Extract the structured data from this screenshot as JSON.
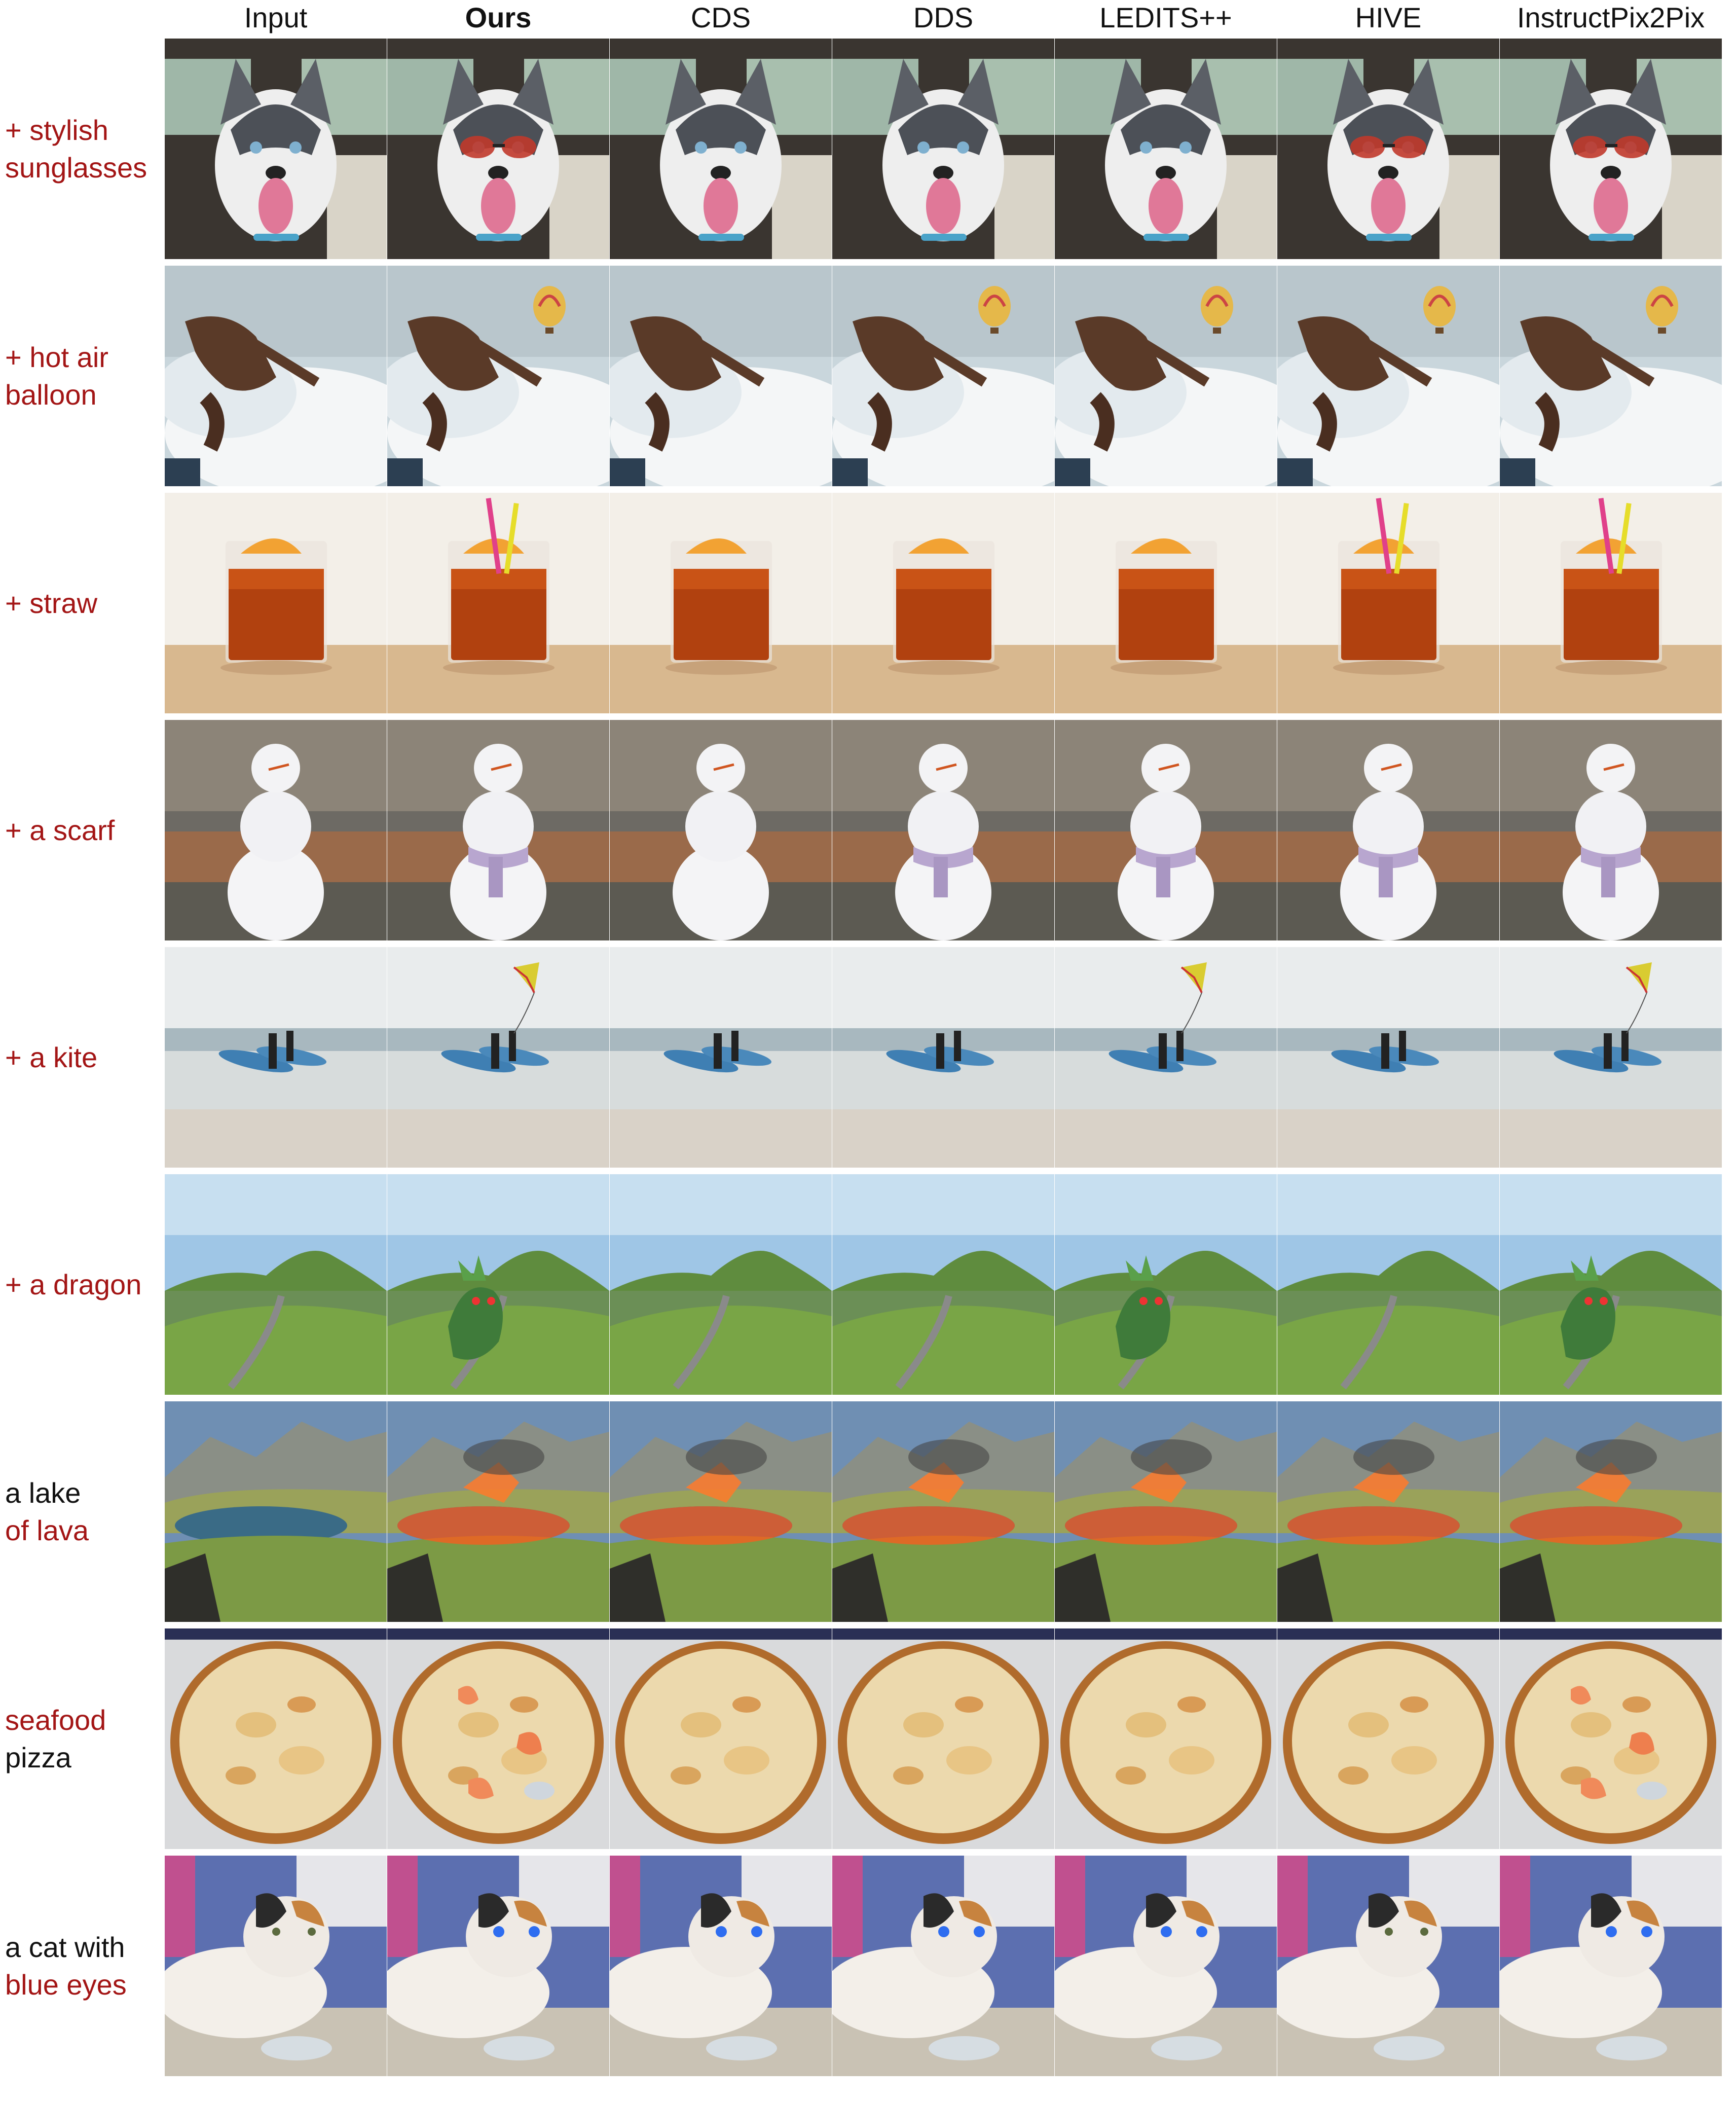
{
  "columns": [
    {
      "label": "Input",
      "bold": false
    },
    {
      "label": "Ours",
      "bold": true
    },
    {
      "label": "CDS",
      "bold": false
    },
    {
      "label": "DDS",
      "bold": false
    },
    {
      "label": "LEDITS++",
      "bold": false
    },
    {
      "label": "HIVE",
      "bold": false
    },
    {
      "label": "InstructPix2Pix",
      "bold": false
    }
  ],
  "rows": [
    {
      "label_lines": [
        {
          "text": "+ stylish",
          "color": "red"
        },
        {
          "text": "sunglasses",
          "color": "red"
        }
      ],
      "scene": "husky",
      "edit": "sunglasses",
      "edited_columns": {
        "Ours": "sunglasses",
        "CDS": "none",
        "DDS": "none",
        "LEDITS++": "none",
        "HIVE": "sunglasses",
        "InstructPix2Pix": "sunglasses"
      }
    },
    {
      "label_lines": [
        {
          "text": "+ hot air",
          "color": "red"
        },
        {
          "text": "balloon",
          "color": "red"
        }
      ],
      "scene": "surfer-splash",
      "edit": "balloon",
      "edited_columns": {
        "Ours": "balloon",
        "CDS": "none",
        "DDS": "balloon",
        "LEDITS++": "balloon",
        "HIVE": "balloon",
        "InstructPix2Pix": "balloon"
      }
    },
    {
      "label_lines": [
        {
          "text": "+ straw",
          "color": "red"
        }
      ],
      "scene": "drink",
      "edit": "straw",
      "edited_columns": {
        "Ours": "straw",
        "CDS": "none",
        "DDS": "none",
        "LEDITS++": "none",
        "HIVE": "straw",
        "InstructPix2Pix": "straw"
      }
    },
    {
      "label_lines": [
        {
          "text": "+ a scarf",
          "color": "red"
        }
      ],
      "scene": "snowman",
      "edit": "scarf",
      "edited_columns": {
        "Ours": "scarf",
        "CDS": "none",
        "DDS": "scarf",
        "LEDITS++": "scarf",
        "HIVE": "scarf",
        "InstructPix2Pix": "scarf"
      }
    },
    {
      "label_lines": [
        {
          "text": "+ a kite",
          "color": "red"
        }
      ],
      "scene": "beach-surfers",
      "edit": "kite",
      "edited_columns": {
        "Ours": "kite",
        "CDS": "none",
        "DDS": "none",
        "LEDITS++": "kite",
        "HIVE": "none",
        "InstructPix2Pix": "kite"
      }
    },
    {
      "label_lines": [
        {
          "text": "+ a dragon",
          "color": "red"
        }
      ],
      "scene": "green-hill",
      "edit": "dragon",
      "edited_columns": {
        "Ours": "dragon",
        "CDS": "none",
        "DDS": "none",
        "LEDITS++": "dragon",
        "HIVE": "none",
        "InstructPix2Pix": "dragon"
      }
    },
    {
      "label_lines": [
        {
          "text": "a lake",
          "color": "black"
        },
        {
          "text": "of lava",
          "color": "red"
        }
      ],
      "scene": "mountain-lake",
      "edit": "lava",
      "edited_columns": {
        "Ours": "lava",
        "CDS": "lava",
        "DDS": "lava",
        "LEDITS++": "lava",
        "HIVE": "lava",
        "InstructPix2Pix": "lava"
      }
    },
    {
      "label_lines": [
        {
          "text": "seafood",
          "color": "red"
        },
        {
          "text": "pizza",
          "color": "black"
        }
      ],
      "scene": "pizza",
      "edit": "seafood",
      "edited_columns": {
        "Ours": "seafood",
        "CDS": "none",
        "DDS": "none",
        "LEDITS++": "none",
        "HIVE": "none",
        "InstructPix2Pix": "seafood"
      }
    },
    {
      "label_lines": [
        {
          "text": "a cat with",
          "color": "black"
        },
        {
          "text": "blue eyes",
          "color": "red"
        }
      ],
      "scene": "cat",
      "edit": "blue-eyes",
      "edited_columns": {
        "Ours": "blue-eyes",
        "CDS": "blue-eyes",
        "DDS": "blue-eyes",
        "LEDITS++": "blue-eyes",
        "HIVE": "none",
        "InstructPix2Pix": "blue-eyes"
      }
    }
  ],
  "colors": {
    "label_red": "#a31515",
    "label_black": "#111111"
  }
}
